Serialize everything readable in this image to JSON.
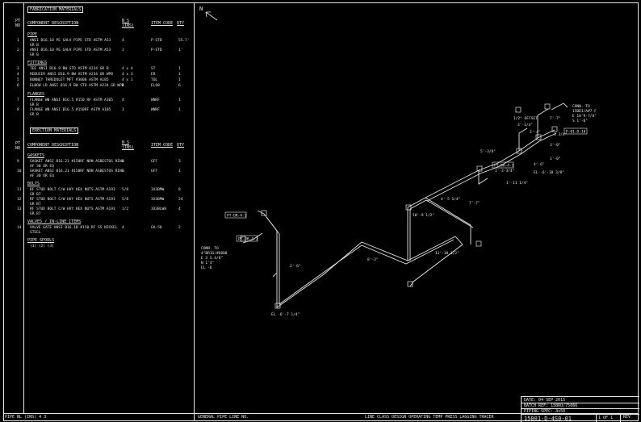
{
  "bom": {
    "fab_title": "FABRICATION MATERIALS",
    "headers": {
      "pt": "PT\nNO",
      "desc": "COMPONENT DESCRIPTION",
      "ns": "N S\n(INS)",
      "item": "ITEM CODE",
      "qty": "QTY"
    },
    "sections": [
      {
        "name": "PIPE",
        "rows": [
          {
            "no": "1",
            "desc": "ANSI B16.10 PE GALV PIPE STD ASTM A53\nGR B",
            "ns": "4",
            "code": "P-STD",
            "qty": "55.7'"
          },
          {
            "no": "2",
            "desc": "ANSI B16.10 PE GALV PIPE STD ASTM A53\nGR B",
            "ns": "3",
            "code": "P-STD",
            "qty": "1'"
          }
        ]
      },
      {
        "name": "FITTINGS",
        "rows": [
          {
            "no": "3",
            "desc": "TEE ANSI B16.9 BW STD ASTM A234 GR B",
            "ns": "4 x 4",
            "code": "ST",
            "qty": "1"
          },
          {
            "no": "4",
            "desc": "REDUCER ANSI B16.9 BW ASTM A234 GR WPB",
            "ns": "4 x 3",
            "code": "ER",
            "qty": "1"
          },
          {
            "no": "5",
            "desc": "BONNEY THREDOLET MFT #3000 ASTM A105",
            "ns": "4 x 1",
            "code": "TOL",
            "qty": "1"
          },
          {
            "no": "6",
            "desc": "ELBOW LR ANSI B16.9 BW STD ASTM A234 GR WPB",
            "ns": "4",
            "code": "EL90",
            "qty": "6"
          }
        ]
      },
      {
        "name": "FLANGES",
        "rows": [
          {
            "no": "7",
            "desc": "FLANGE WN ANSI B16.5 #150 RF ASTM A105\nGR B",
            "ns": "4",
            "code": "WNRF",
            "qty": "1"
          },
          {
            "no": "8",
            "desc": "FLANGE WN ANSI B16.5 #150RF ASTM A105\nGR B",
            "ns": "3",
            "code": "WNRF",
            "qty": "1"
          }
        ]
      }
    ],
    "erection_title": "ERECTION MATERIALS",
    "erection_sections": [
      {
        "name": "GASKETS",
        "rows": [
          {
            "no": "9",
            "desc": "GASKET ANSI B16.21 #150RF NON ASBESTOS RING\nAF 30 OR EQ",
            "ns": "4",
            "code": "GFF",
            "qty": "3"
          },
          {
            "no": "10",
            "desc": "GASKET ANSI B16.21 #150RF NON ASBESTOS RING\nAF 30 OR EQ",
            "ns": "3",
            "code": "GFF",
            "qty": "1"
          }
        ]
      },
      {
        "name": "BOLTS",
        "rows": [
          {
            "no": "11",
            "desc": "RF STUD BOLT C/W HVY HEX NUTS ASTM A193\nGR B7",
            "ns": "5/8",
            "code": "3X3BMW",
            "qty": "8"
          },
          {
            "no": "12",
            "desc": "RF STUD BOLT C/W HVY HEX NUTS ASTM A193\nGR B7",
            "ns": "5/8",
            "code": "3X3BMW",
            "qty": "24"
          },
          {
            "no": "13",
            "desc": "RF STUD BOLT C/W HVY HEX NUTS ASTM A193\nGR B7",
            "ns": "1/2",
            "code": "3X3BLW8",
            "qty": "4"
          }
        ]
      },
      {
        "name": "VALVES / IN-LINE ITEMS",
        "rows": [
          {
            "no": "14",
            "desc": "VALVE GATE ANSI B16.10 #150 RF SS NICKEL\nSTEEL",
            "ns": "4",
            "code": "GA-58",
            "qty": "2"
          }
        ]
      },
      {
        "name": "PIPE SPOOLS",
        "rows": [
          {
            "no": "",
            "desc": "(1) (2) (3)",
            "ns": "",
            "code": "",
            "qty": ""
          }
        ]
      }
    ]
  },
  "drawing": {
    "north": "N",
    "labels": {
      "conn_top": "CONN. TO\n15BDI/A#7-F\nE 18'9-7/8\"\nS 1'-0\"",
      "conn_left": "CONN. TO\n4\"BRIG/#6000\nE 3 S.4/8\"\nN 1'4\"\nEL -6",
      "el_bottom": "EL -6'-7 1/4\"",
      "el_right": "EL -6'-10 3/8\"",
      "tag1": "PT-DR-4-1",
      "tag2": "PT-DR-4-1",
      "tag3": "P-01-D-10",
      "dims": [
        "2'-6\"",
        "8'-3\"",
        "10'-9 1/2\"",
        "4'-5 1/4\"",
        "7'-7\"",
        "11'-10 1/2\"",
        "5'-3/8\"",
        "1'-2-3/4\"",
        "1'-11 1/4\"",
        "4'-6\"",
        "3'-0\"",
        "1'-0\"",
        "3 3/4\"",
        "3'-4\"",
        "7'-7\"",
        "1/2\" OFFSET",
        "3'-1/4\""
      ]
    }
  },
  "title_block": {
    "date": "DATE: 04 SEP 2015",
    "batch": "BATCH REF: 15BRO/75066",
    "spec": "PIPING SPEC: 4x50",
    "footer_left": "PIPE NL (INS)   4   3",
    "footer_mid": "GENERAL PIPE LINE NO.",
    "footer_cols": "LINE CLASS  DESIGN  OPERATING  TEMP  PRESS  LAGGING  TRACER",
    "dwg_no": "15801-D-4S0-01",
    "sheet": "1 OF 1",
    "rev": "REV\n0"
  }
}
